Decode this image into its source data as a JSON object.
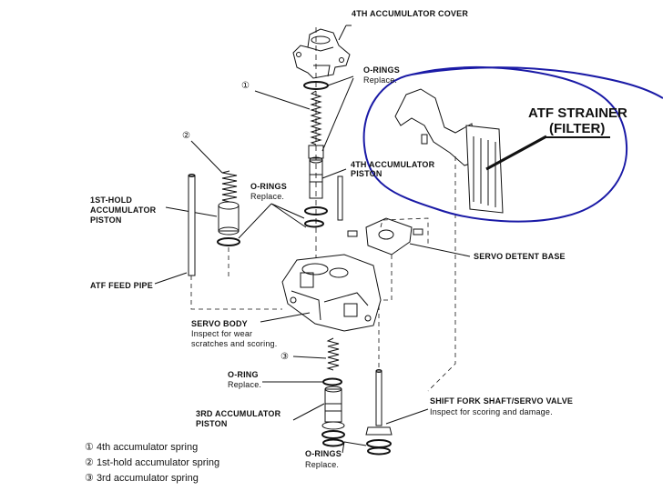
{
  "labels": {
    "acc4_cover": "4TH ACCUMULATOR COVER",
    "orings_top": "O-RINGS",
    "orings_top_note": "Replace.",
    "acc4_piston_l1": "4TH ACCUMULATOR",
    "acc4_piston_l2": "PISTON",
    "orings_mid": "O-RINGS",
    "orings_mid_note": "Replace.",
    "hold1_l1": "1ST-HOLD",
    "hold1_l2": "ACCUMULATOR",
    "hold1_l3": "PISTON",
    "feed_pipe": "ATF FEED PIPE",
    "detent_base": "SERVO DETENT BASE",
    "servo_body": "SERVO BODY",
    "servo_body_note1": "Inspect for wear",
    "servo_body_note2": "scratches and scoring.",
    "oring_single": "O-RING",
    "oring_single_note": "Replace.",
    "acc3_l1": "3RD  ACCUMULATOR",
    "acc3_l2": "PISTON",
    "shift_fork": "SHIFT FORK SHAFT/SERVO VALVE",
    "shift_fork_note": "Inspect for scoring and damage.",
    "orings_bot": "O-RINGS",
    "orings_bot_note": "Replace."
  },
  "strainer": {
    "line1": "ATF STRAINER",
    "line2": "(FILTER)",
    "outline_color": "#1a1aa6"
  },
  "callouts": {
    "c1": "①",
    "c2": "②",
    "c3": "③"
  },
  "legend": [
    {
      "mark": "①",
      "text": "4th accumulator spring"
    },
    {
      "mark": "②",
      "text": "1st-hold accumulator spring"
    },
    {
      "mark": "③",
      "text": "3rd accumulator spring"
    }
  ]
}
